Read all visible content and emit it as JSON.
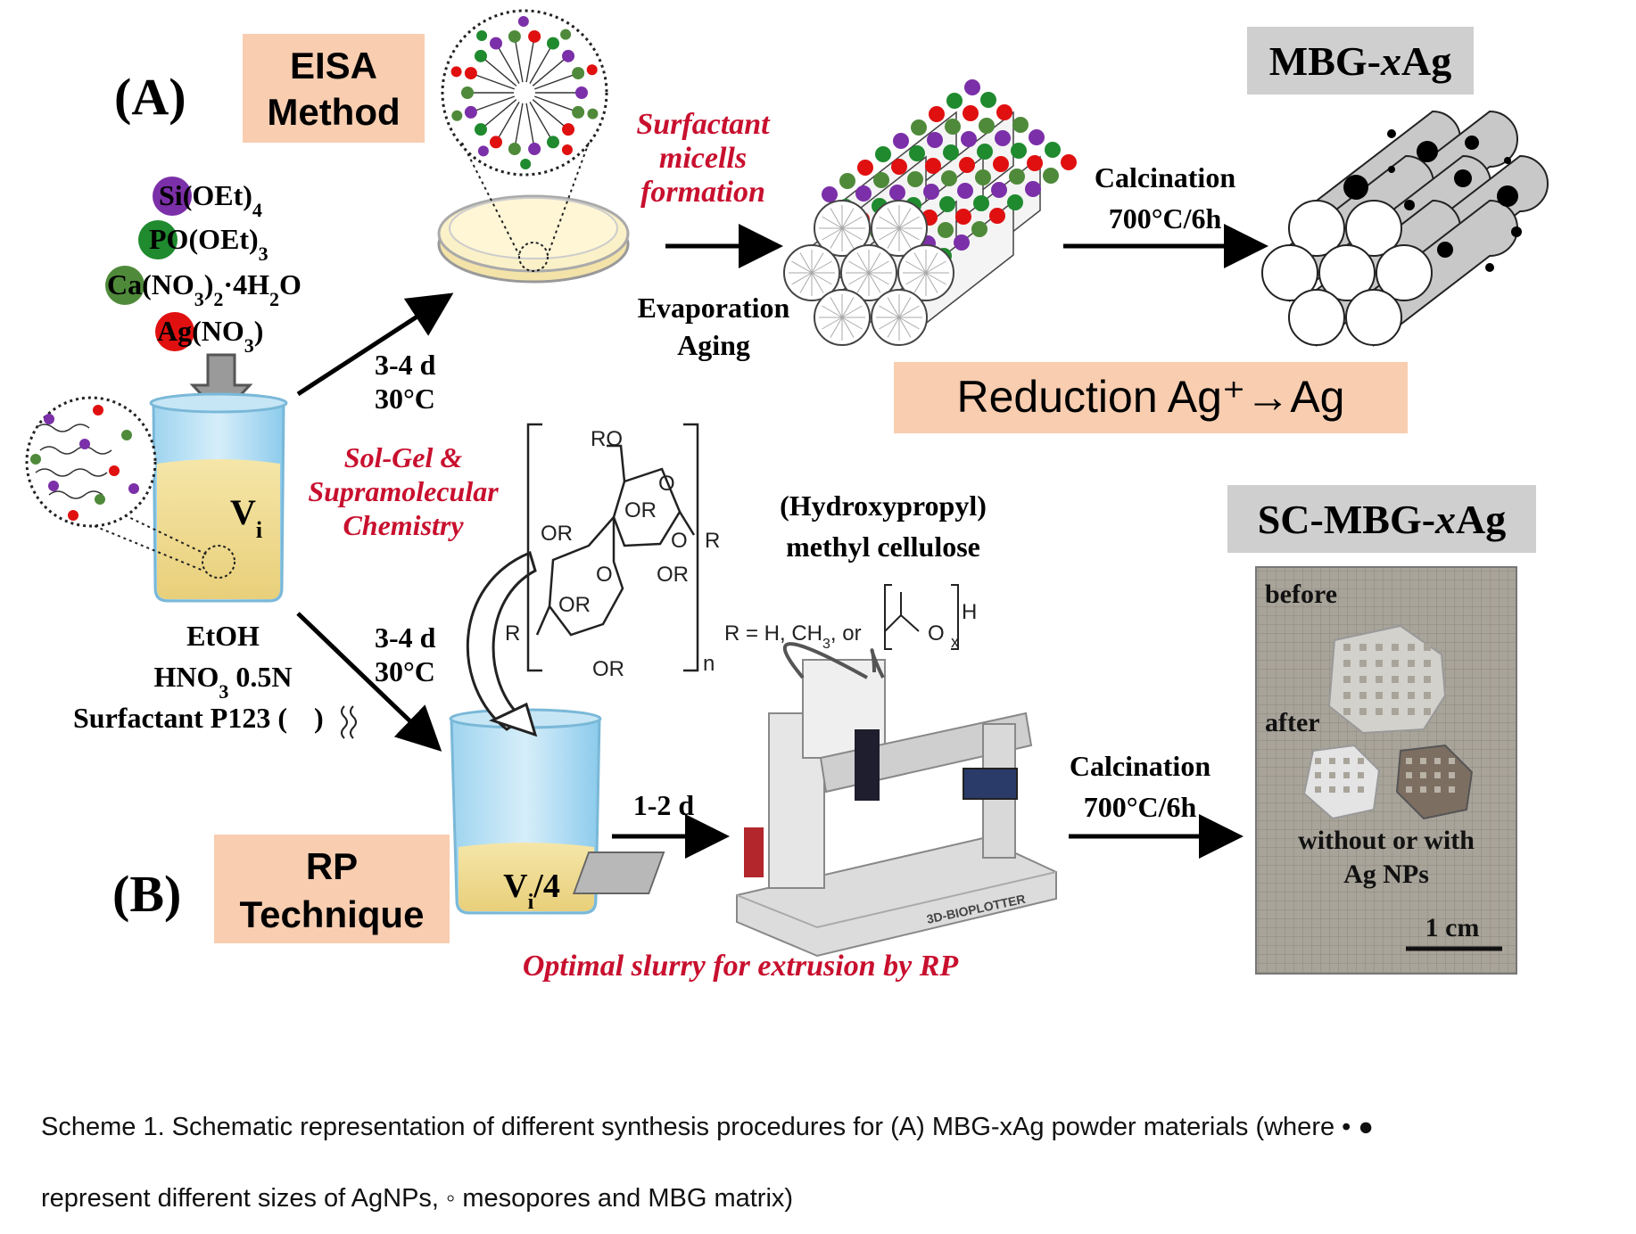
{
  "panel_a_letter": "(A)",
  "panel_b_letter": "(B)",
  "eisa_box": {
    "line1": "EISA",
    "line2": "Method"
  },
  "rp_box": {
    "line1": "RP",
    "line2": "Technique"
  },
  "precursors": [
    {
      "prefix": "Si",
      "rest": "(OEt)",
      "sub": "4",
      "rest2": "",
      "sub2": "",
      "rest3": "",
      "color": "#7b2fa8"
    },
    {
      "prefix": "P",
      "rest": "O(OEt)",
      "sub": "3",
      "rest2": "",
      "sub2": "",
      "rest3": "",
      "color": "#1f8a2e"
    },
    {
      "prefix": "Ca",
      "rest": "(NO",
      "sub": "3",
      "rest2": ")",
      "sub2": "2",
      "rest3": "·4H",
      "sub3": "2",
      "rest4": "O",
      "color": "#4f8a3a"
    },
    {
      "prefix": "Ag",
      "rest": "(NO",
      "sub": "3",
      "rest2": ")",
      "sub2": "",
      "rest3": "",
      "color": "#e01010"
    }
  ],
  "beaker_label": {
    "main": "V",
    "sub": "i"
  },
  "solvents": {
    "line1": "EtOH",
    "line2_main": "HNO",
    "line2_sub": "3",
    "line2_rest": " 0.5N",
    "line3": "Surfactant  P123 (",
    "line3_end": ")"
  },
  "arrow_top_label": {
    "line1": "3-4 d",
    "line2": "30°C"
  },
  "arrow_bottom_label": {
    "line1": "3-4 d",
    "line2": "30°C"
  },
  "sol_gel_label": {
    "line1": "Sol-Gel  &",
    "line2": "Supramolecular",
    "line3": "Chemistry"
  },
  "surfactant_label": {
    "line1": "Surfactant",
    "line2": "micells",
    "line3": "formation"
  },
  "evaporation_label": {
    "line1": "Evaporation",
    "line2": "Aging"
  },
  "calcination_top": {
    "line1": "Calcination",
    "line2": "700°C/6h"
  },
  "calcination_bottom": {
    "line1": "Calcination",
    "line2": "700°C/6h"
  },
  "mbg_title": "MBG-xAg",
  "mbg_title_parts": {
    "a": "MBG-",
    "b": "x",
    "c": "Ag"
  },
  "reduction_label": "Reduction Ag⁺→Ag",
  "sc_title_parts": {
    "a": "SC-MBG-",
    "b": "x",
    "c": "Ag"
  },
  "hpmc_label": {
    "line1": "(Hydroxypropyl)",
    "line2": "methyl  cellulose"
  },
  "chem_labels": {
    "ro": "RO",
    "or1": "OR",
    "or2": "OR",
    "or3": "OR",
    "or4": "OR",
    "or5": "OR",
    "o1": "O",
    "o2": "O",
    "o3": "O",
    "r1": "R",
    "r2": "R",
    "n": "n",
    "r_def": "R = H, CH",
    "r_def_sub": "3",
    "r_def_or": ", or",
    "h": "H",
    "x": "x",
    "o4": "O"
  },
  "extrusion_arrow_label": "1-2 d",
  "beaker2_label": {
    "main": "V",
    "sub": "i",
    "rest": "/4"
  },
  "optimal_label": "Optimal slurry for extrusion by RP",
  "bioplotter_label": "3D-BIOPLOTTER",
  "photo_labels": {
    "before": "before",
    "after": "after",
    "without": "without  or  with",
    "agnps": "Ag NPs",
    "scale": "1 cm"
  },
  "caption": {
    "line1": "Scheme 1. Schematic representation of different synthesis procedures for (A) MBG-xAg powder materials (where • ●",
    "line2": "represent different sizes of AgNPs, ◦ mesopores and  MBG matrix)"
  },
  "colors": {
    "accent_box": "#f8cdb0",
    "title_box": "#cfcfcf",
    "red": "#c8102e",
    "purple": "#7b2fa8",
    "green": "#4f8a3a",
    "darkgreen": "#1f8a2e",
    "agred": "#e01010"
  }
}
